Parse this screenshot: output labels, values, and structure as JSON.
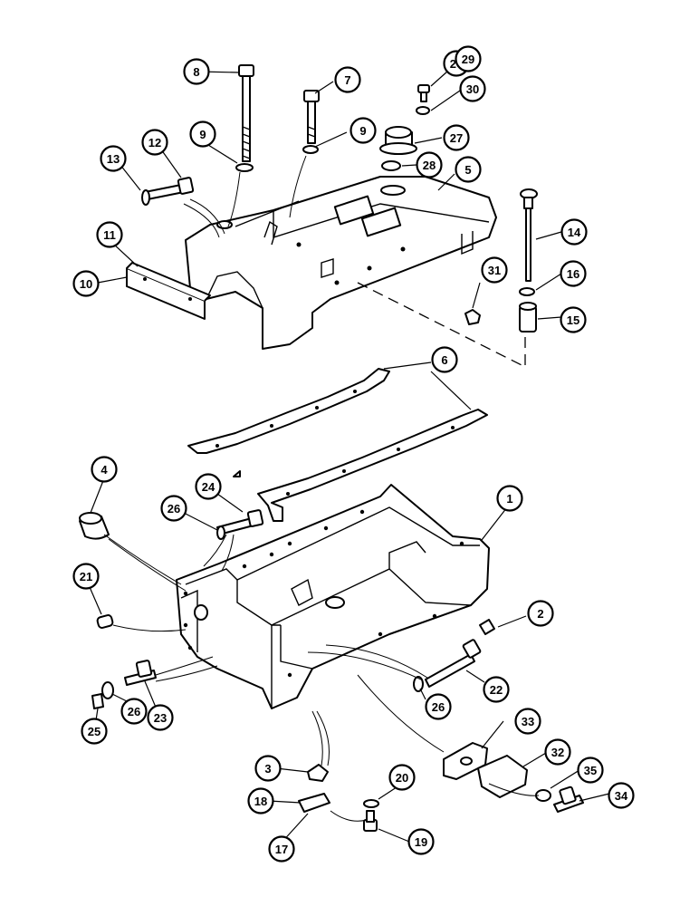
{
  "callouts": [
    {
      "label": "1"
    },
    {
      "label": "2"
    },
    {
      "label": "3"
    },
    {
      "label": "4"
    },
    {
      "label": "5"
    },
    {
      "label": "6"
    },
    {
      "label": "7"
    },
    {
      "label": "8"
    },
    {
      "label": "9"
    },
    {
      "label": "9"
    },
    {
      "label": "10"
    },
    {
      "label": "11"
    },
    {
      "label": "12"
    },
    {
      "label": "13"
    },
    {
      "label": "14"
    },
    {
      "label": "15"
    },
    {
      "label": "16"
    },
    {
      "label": "17"
    },
    {
      "label": "18"
    },
    {
      "label": "19"
    },
    {
      "label": "20"
    },
    {
      "label": "21"
    },
    {
      "label": "22"
    },
    {
      "label": "23"
    },
    {
      "label": "24"
    },
    {
      "label": "25"
    },
    {
      "label": "26"
    },
    {
      "label": "26"
    },
    {
      "label": "26"
    },
    {
      "label": "26"
    },
    {
      "label": "27"
    },
    {
      "label": "28"
    },
    {
      "label": "29"
    },
    {
      "label": "30"
    },
    {
      "label": "31"
    },
    {
      "label": "32"
    },
    {
      "label": "33"
    },
    {
      "label": "34"
    },
    {
      "label": "35"
    }
  ]
}
